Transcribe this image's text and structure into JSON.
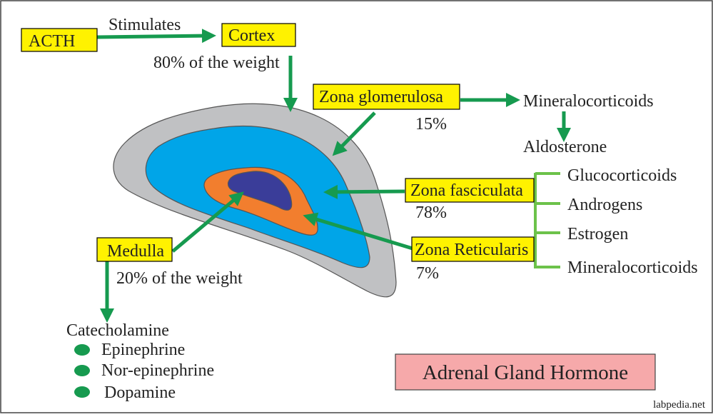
{
  "colors": {
    "box_fill": "#fff200",
    "box_stroke": "#000000",
    "arrow": "#169a4f",
    "bracket": "#6cc24a",
    "outer_layer": "#c0c1c3",
    "glomerulosa_layer": "#00a5e8",
    "reticularis_layer": "#f27e2e",
    "medulla_core": "#3a3d99",
    "bullet": "#169a4f",
    "title_fill": "#f6a9aa"
  },
  "labels": {
    "acth": "ACTH",
    "stimulates": "Stimulates",
    "cortex": "Cortex",
    "cortex_weight": "80% of the weight",
    "zona_glomerulosa": "Zona glomerulosa",
    "glomerulosa_pct": "15%",
    "mineralocorticoids_top": "Mineralocorticoids",
    "aldosterone": "Aldosterone",
    "zona_fasciculata": "Zona fasciculata",
    "fasciculata_pct": "78%",
    "zona_reticularis": "Zona Reticularis",
    "reticularis_pct": "7%",
    "medulla": "Medulla",
    "medulla_weight": "20% of the weight",
    "catecholamine": "Catecholamine",
    "title": "Adrenal Gland Hormone",
    "watermark": "labpedia.net"
  },
  "bracket_items": [
    "Glucocorticoids",
    "Androgens",
    "Estrogen",
    "Mineralocorticoids"
  ],
  "catecholamines": [
    "Epinephrine",
    "Nor-epinephrine",
    "Dopamine"
  ]
}
